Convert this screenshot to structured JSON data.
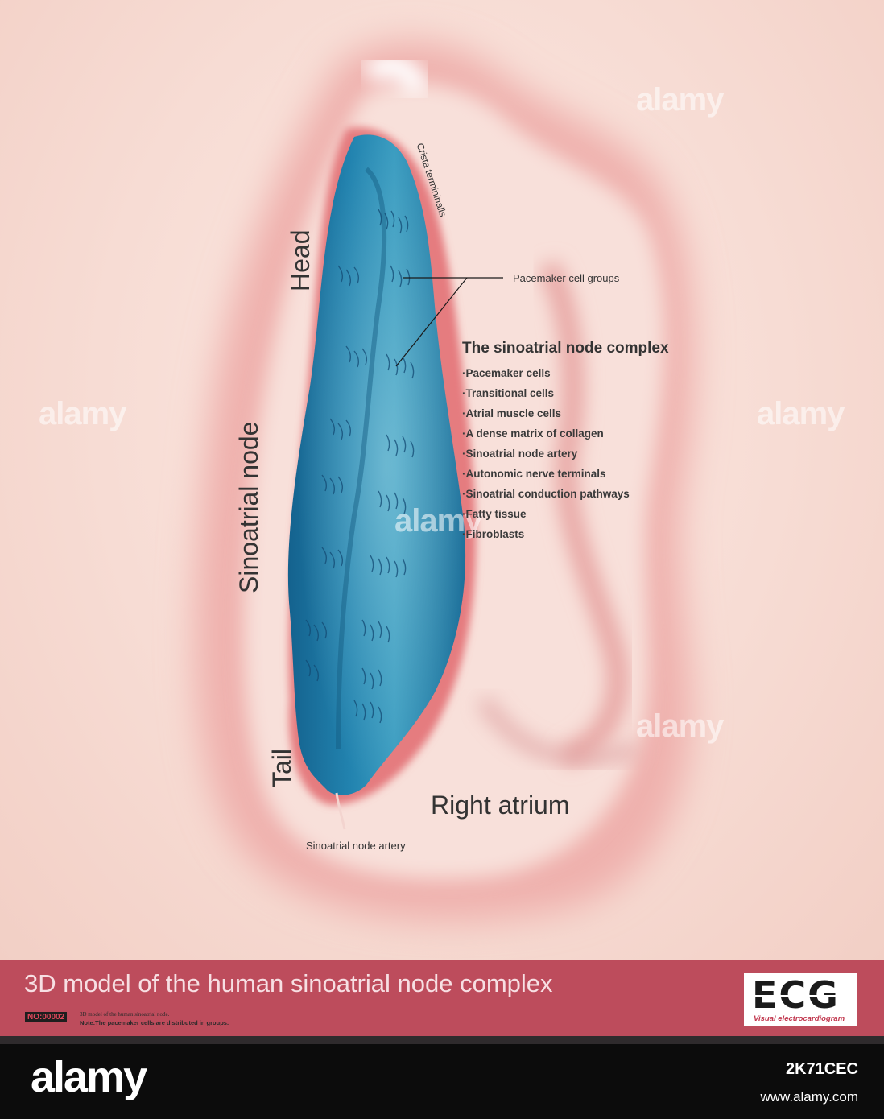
{
  "labels": {
    "crista": "Crista termininalis",
    "head": "Head",
    "pacemaker_groups": "Pacemaker cell groups",
    "sinoatrial_node": "Sinoatrial node",
    "tail": "Tail",
    "right_atrium": "Right atrium",
    "sa_node_artery": "Sinoatrial node artery"
  },
  "complex": {
    "title": "The sinoatrial node complex",
    "items": [
      "·Pacemaker cells",
      "·Transitional  cells",
      "·Atrial muscle cells",
      "·A dense matrix of collagen",
      "·Sinoatrial node artery",
      "·Autonomic nerve terminals",
      "·Sinoatrial conduction pathways",
      "·Fatty tissue",
      "·Fibroblasts"
    ]
  },
  "banner": {
    "title": "3D model of the human sinoatrial node complex",
    "number": "NO:00002",
    "subtitle": "3D model of the human sinoatrial node.",
    "note": "Note:The pacemaker cells are distributed in groups."
  },
  "logo": {
    "text": "ECG",
    "subtitle": "Visual electrocardiogram"
  },
  "watermark": "alamy",
  "footer": {
    "logo": "alamy",
    "image_id": "2K71CEC",
    "url": "www.alamy.com"
  },
  "colors": {
    "background": "#f6ddd6",
    "atrium": "#e9a7a4",
    "node": "#1d7ba3",
    "banner": "#bd4c5c",
    "brand": "#c0354c"
  }
}
